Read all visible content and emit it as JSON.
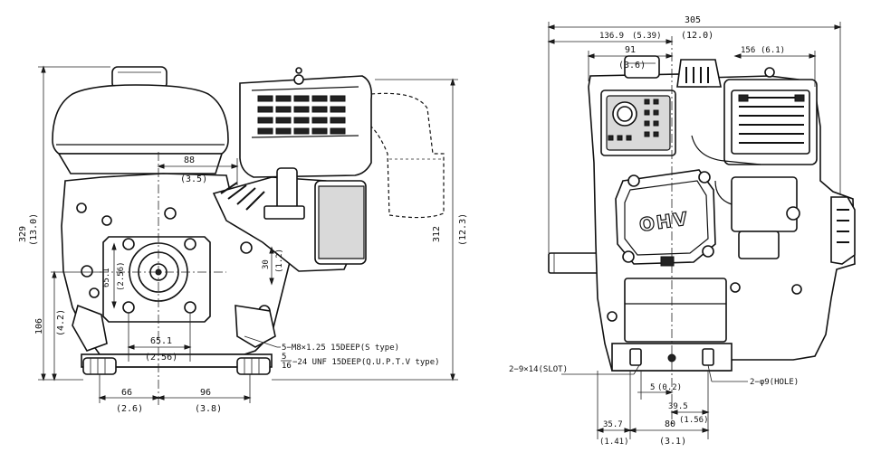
{
  "left_view": {
    "dim_88": "88",
    "dim_88_in": "(3.5)",
    "dim_329": "329",
    "dim_329_in": "(13.0)",
    "dim_312": "312",
    "dim_312_in": "(12.3)",
    "dim_106": "106",
    "dim_106_in": "(4.2)",
    "dim_651_v": "65.1",
    "dim_651_v_in": "(2.56)",
    "dim_30": "30",
    "dim_30_in": "(1.2)",
    "dim_651_h": "65.1",
    "dim_651_h_in": "(2.56)",
    "dim_66": "66",
    "dim_66_in": "(2.6)",
    "dim_96": "96",
    "dim_96_in": "(3.8)",
    "note_s_type": "5−M8×1.25 15DEEP(S type)",
    "note_fraction_num": "5",
    "note_fraction_den": "16",
    "note_q_type": "−24 UNF 15DEEP(Q.U.P.T.V type)"
  },
  "right_view": {
    "dim_305": "305",
    "dim_305_in": "(12.0)",
    "dim_1369": "136.9",
    "dim_1369_in": "(5.39)",
    "dim_91": "91",
    "dim_91_in": "(3.6)",
    "dim_156": "156",
    "dim_156_in": "(6.1)",
    "head_label": "OHV",
    "slot_note": "2−9×14(SLOT)",
    "hole_note": "2−φ9(HOLE)",
    "dim_5": "5",
    "dim_5_in": "(0.2)",
    "dim_395": "39.5",
    "dim_395_in": "(1.56)",
    "dim_357": "35.7",
    "dim_357_in": "(1.41)",
    "dim_80": "80",
    "dim_80_in": "(3.1)"
  }
}
